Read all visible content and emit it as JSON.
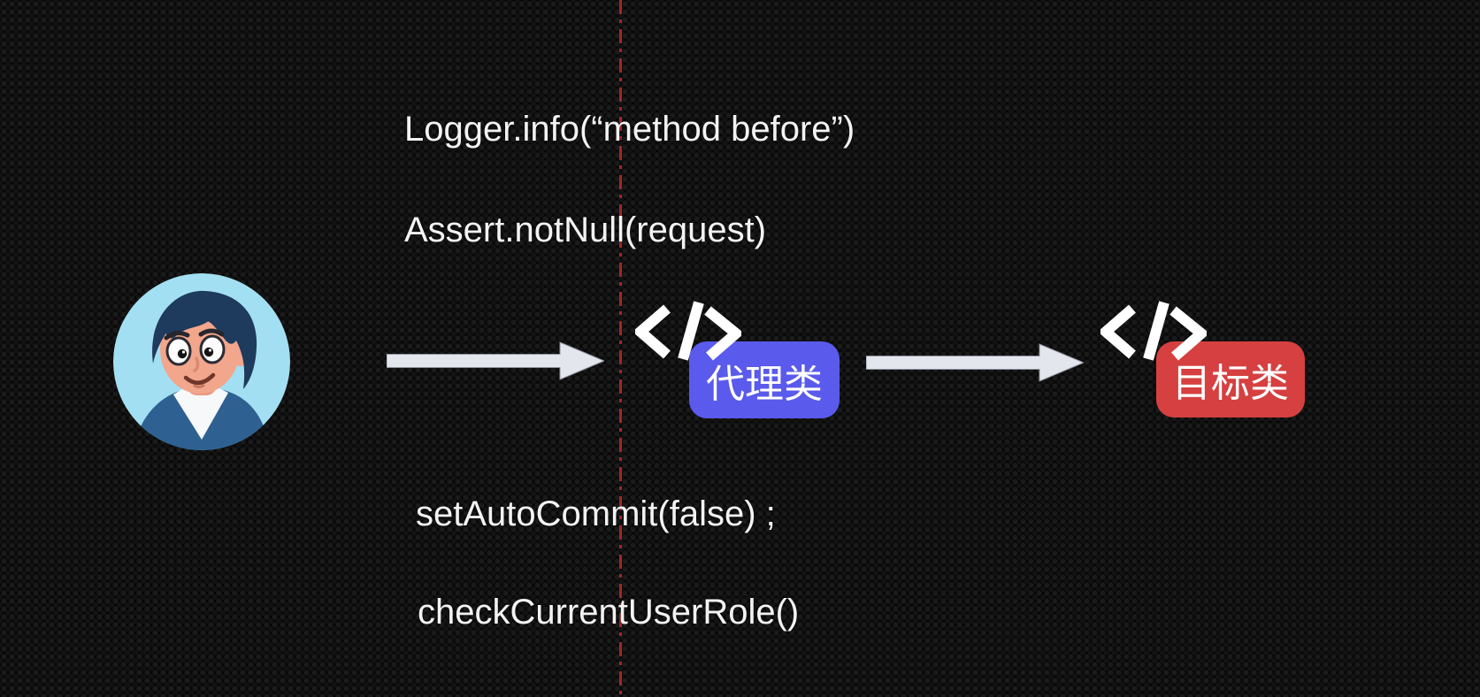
{
  "colors": {
    "background": "#070707",
    "divider": "#b02828",
    "text": "#f3f3f3",
    "arrow": "#e3e6ed",
    "proxy_badge": "#5a5aec",
    "target_badge": "#d64040",
    "code_icon": "#ffffff",
    "avatar_bg": "#a3dff2",
    "avatar_hair": "#1e3a5c",
    "avatar_skin": "#f2a68c",
    "avatar_jacket": "#2e6191"
  },
  "code_lines": {
    "top": [
      "Logger.info(“method before”)",
      "Assert.notNull(request)"
    ],
    "bottom": [
      "setAutoCommit(false) ;",
      "checkCurrentUserRole()"
    ]
  },
  "nodes": {
    "proxy": {
      "label": "代理类"
    },
    "target": {
      "label": "目标类"
    }
  },
  "icons": {
    "caller": "user-avatar",
    "proxy": "code-icon",
    "target": "code-icon",
    "flow1": "arrow-right-icon",
    "flow2": "arrow-right-icon",
    "divider": "red-dashed-separator"
  }
}
